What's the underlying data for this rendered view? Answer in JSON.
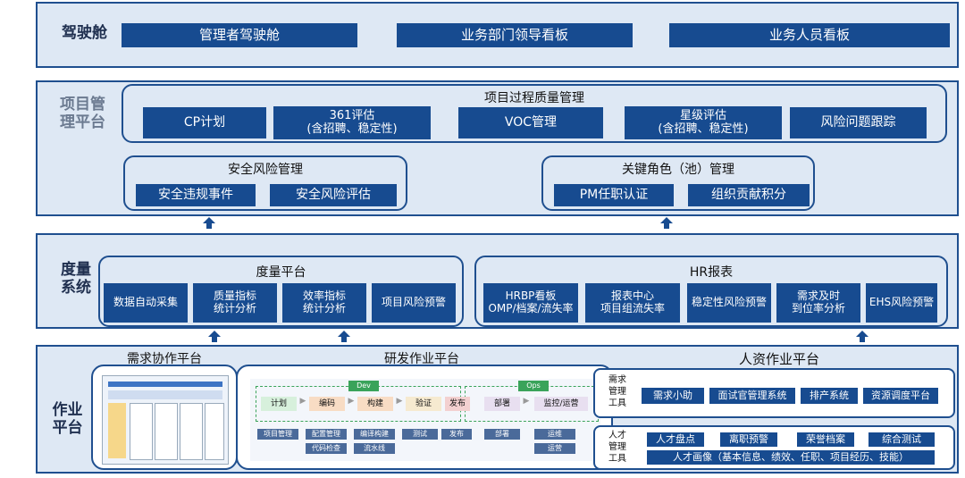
{
  "cockpit": {
    "title": "驾驶舱",
    "items": [
      "管理者驾驶舱",
      "业务部门领导看板",
      "业务人员看板"
    ]
  },
  "project_platform": {
    "title": "项目管理平台",
    "quality": {
      "title": "项目过程质量管理",
      "items": [
        "CP计划",
        "361评估\n(含招聘、稳定性)",
        "VOC管理",
        "星级评估\n(含招聘、稳定性)",
        "风险问题跟踪"
      ]
    },
    "safety": {
      "title": "安全风险管理",
      "items": [
        "安全违规事件",
        "安全风险评估"
      ]
    },
    "roles": {
      "title": "关键角色（池）管理",
      "items": [
        "PM任职认证",
        "组织贡献积分"
      ]
    }
  },
  "metrics_system": {
    "title": "度量系统",
    "measure": {
      "title": "度量平台",
      "items": [
        "数据自动采集",
        "质量指标\n统计分析",
        "效率指标\n统计分析",
        "项目风险预警"
      ]
    },
    "hr_report": {
      "title": "HR报表",
      "items": [
        "HRBP看板\nOMP/档案/流失率",
        "报表中心\n项目组流失率",
        "稳定性风险预警",
        "需求及时\n到位率分析",
        "EHS风险预警"
      ]
    }
  },
  "work_platform": {
    "title": "作业平台",
    "demand": {
      "title": "需求协作平台"
    },
    "rd": {
      "title": "研发作业平台",
      "dev_label": "Dev",
      "ops_label": "Ops",
      "stages": [
        "计划",
        "编码",
        "构建",
        "验证",
        "发布",
        "部署",
        "监控/运营"
      ],
      "tools": [
        "项目管理",
        "配置管理",
        "编译构建",
        "测试",
        "发布",
        "部署",
        "运维"
      ],
      "tools_sub": [
        "代码检查",
        "流水线",
        "运营"
      ]
    },
    "hr_work": {
      "title": "人资作业平台",
      "demand_tools": {
        "title": "需求\n管理\n工具",
        "items": [
          "需求小助",
          "面试官管理系统",
          "排产系统",
          "资源调度平台"
        ]
      },
      "talent_tools": {
        "title": "人才\n管理\n工具",
        "items": [
          "人才盘点",
          "离职预警",
          "荣誉档案",
          "综合测试"
        ],
        "portrait": "人才画像（基本信息、绩效、任职、项目经历、技能）"
      }
    }
  },
  "colors": {
    "dark_blue": "#174b90",
    "light_bg": "#dee8f4",
    "border": "#1f4f8f",
    "dev_green": "#3aa35a"
  },
  "icons": [
    "up-arrow-icon",
    "right-arrow-icon"
  ]
}
